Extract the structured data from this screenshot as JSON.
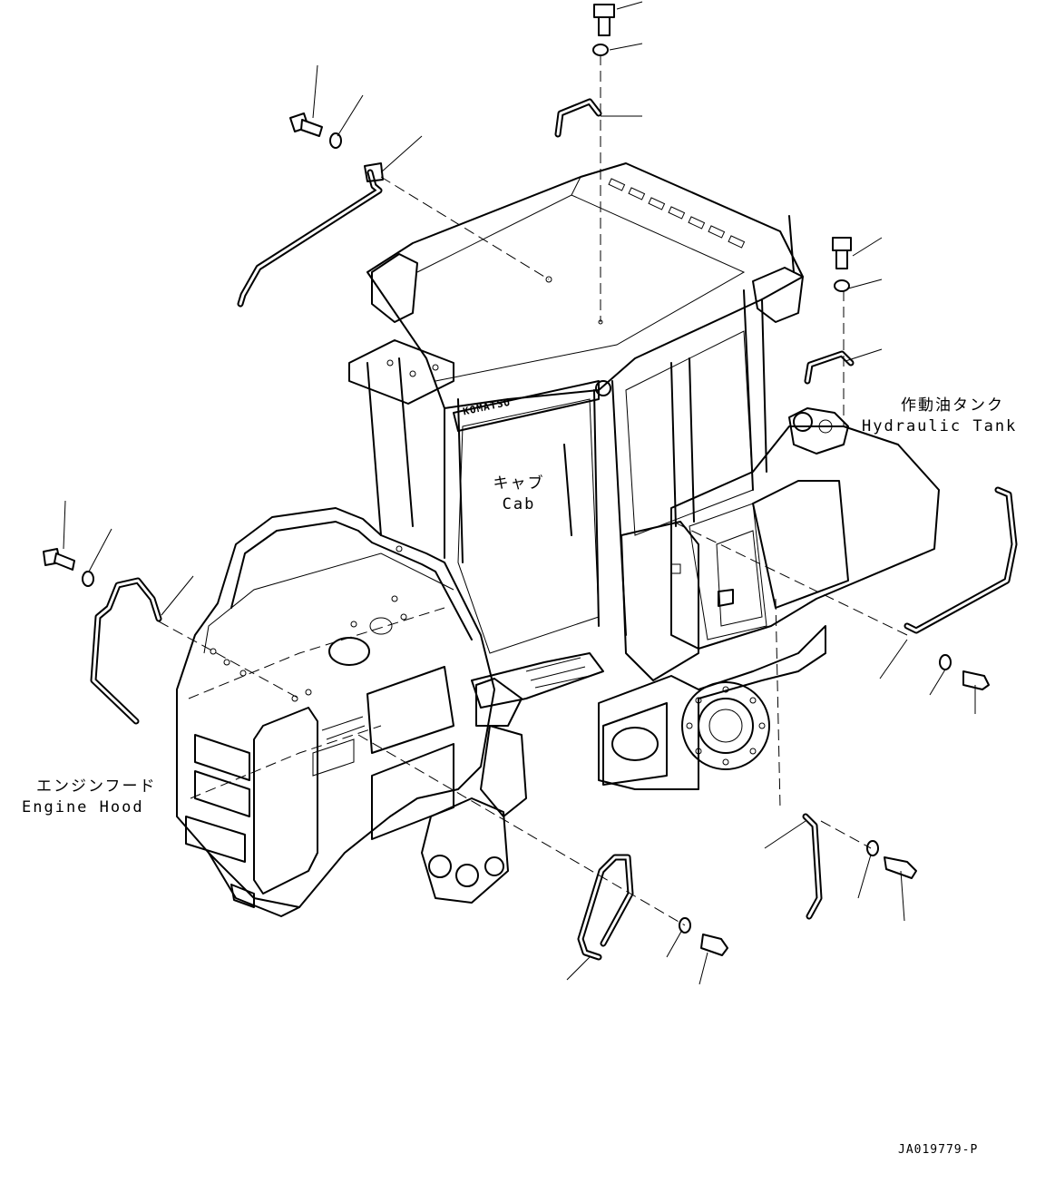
{
  "labels": {
    "cab_jp": "キャブ",
    "cab_en": "Cab",
    "hydraulic_tank_jp": "作動油タンク",
    "hydraulic_tank_en": "Hydraulic Tank",
    "engine_hood_jp": "エンジンフード",
    "engine_hood_en": "Engine Hood",
    "cab_logo": "KOMATSU"
  },
  "doc_id": "JA019779-P"
}
